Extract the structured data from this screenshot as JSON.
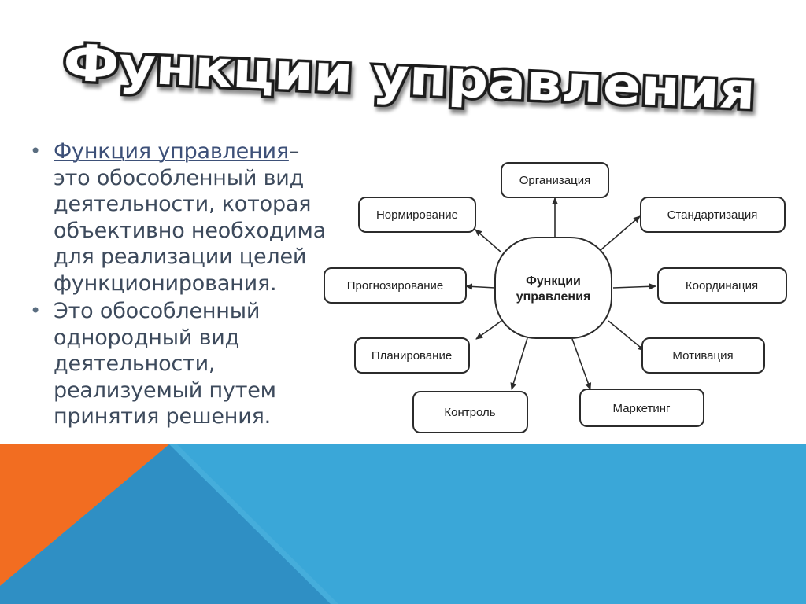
{
  "slide": {
    "title": "Функции управления",
    "bullets": [
      {
        "term": "Функция управления",
        "text": "– это обособленный вид деятельности, которая объективно необходима для реализации целей функционирования."
      },
      {
        "term": "",
        "text": "Это обособленный однородный вид деятельности, реализуемый путем принятия решения."
      }
    ],
    "diagram": {
      "center_line1": "Функции",
      "center_line2": "управления",
      "nodes": [
        "Организация",
        "Нормирование",
        "Стандартизация",
        "Прогнозирование",
        "Координация",
        "Планирование",
        "Мотивация",
        "Контроль",
        "Маркетинг"
      ]
    },
    "colors": {
      "text": "#3d4a5c",
      "band_blue": "#3aa7d8",
      "band_orange": "#f26d21",
      "diagram_stroke": "#2b2b2b"
    }
  }
}
